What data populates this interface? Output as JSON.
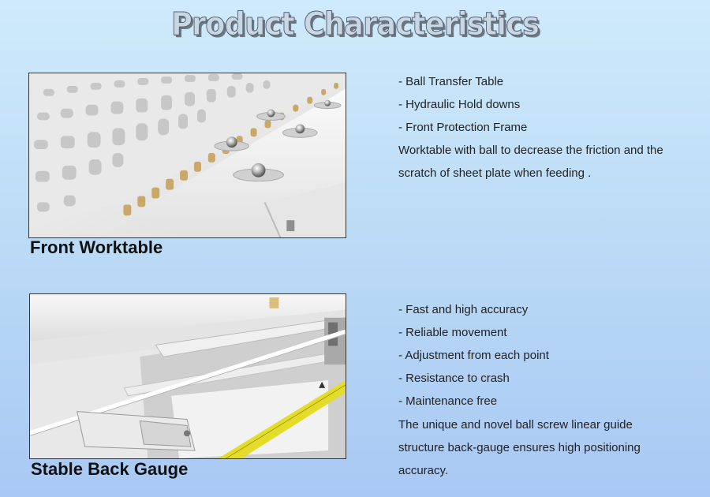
{
  "page": {
    "title": "Product Characteristics"
  },
  "sections": [
    {
      "caption": "Front Worktable",
      "features": [
        "- Ball Transfer Table",
        "- Hydraulic Hold downs",
        "- Front Protection Frame"
      ],
      "description": "Worktable with ball to decrease the friction and the scratch of sheet plate when feeding ."
    },
    {
      "caption": "Stable Back Gauge",
      "features": [
        "- Fast and high accuracy",
        "- Reliable movement",
        "- Adjustment from each point",
        "- Resistance to crash",
        "- Maintenance free"
      ],
      "description": "The unique and novel ball screw linear guide structure back-gauge ensures high positioning accuracy."
    }
  ]
}
